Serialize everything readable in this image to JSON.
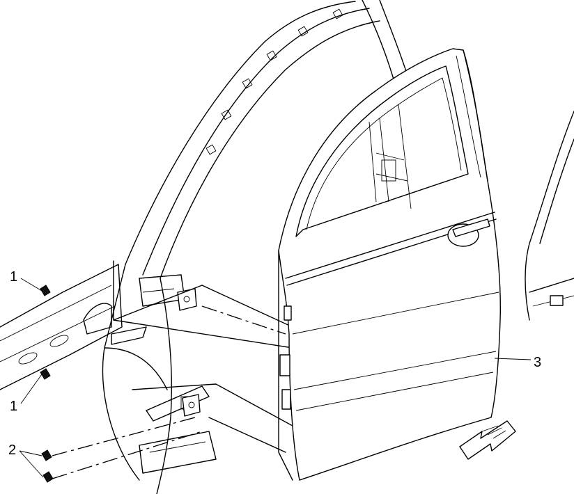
{
  "callouts": [
    {
      "id": "c1a",
      "label": "1"
    },
    {
      "id": "c1b",
      "label": "1"
    },
    {
      "id": "c2",
      "label": "2"
    },
    {
      "id": "c3",
      "label": "3"
    }
  ],
  "colors": {
    "line": "#000000",
    "background": "#ffffff"
  },
  "icons": {
    "direction_arrow": "front-direction-arrow-icon"
  }
}
